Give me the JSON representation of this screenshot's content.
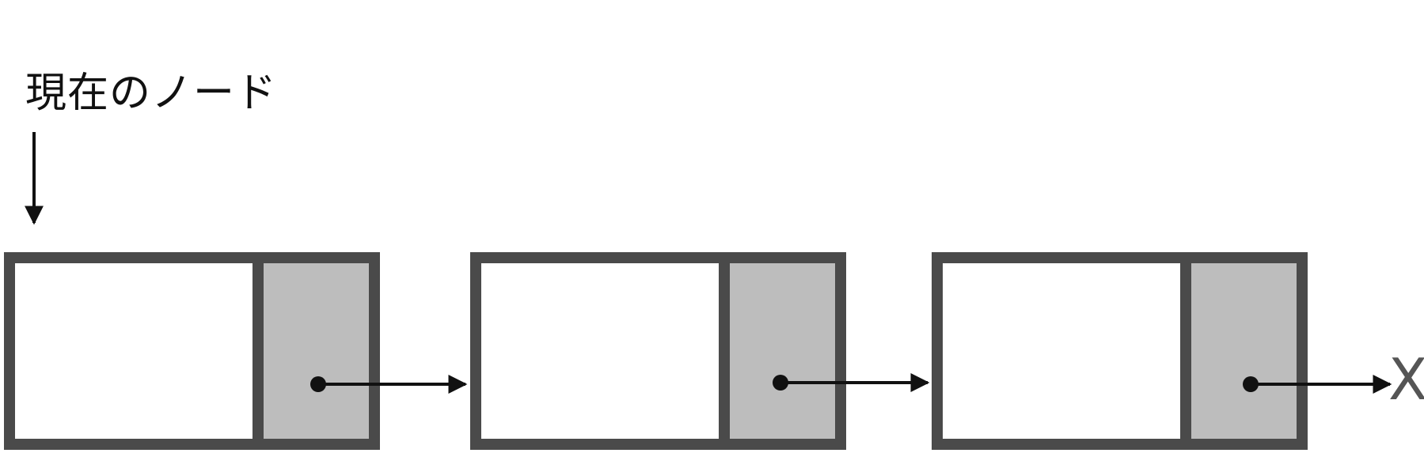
{
  "pointer_label": "現在のノード",
  "null_label": "X",
  "nodes": [
    {
      "id": "node-1"
    },
    {
      "id": "node-2"
    },
    {
      "id": "node-3"
    }
  ],
  "colors": {
    "node_border": "#4a4a4a",
    "data_field": "#ffffff",
    "pointer_field": "#bdbdbd",
    "arrow": "#111111",
    "null_mark": "#555555"
  }
}
